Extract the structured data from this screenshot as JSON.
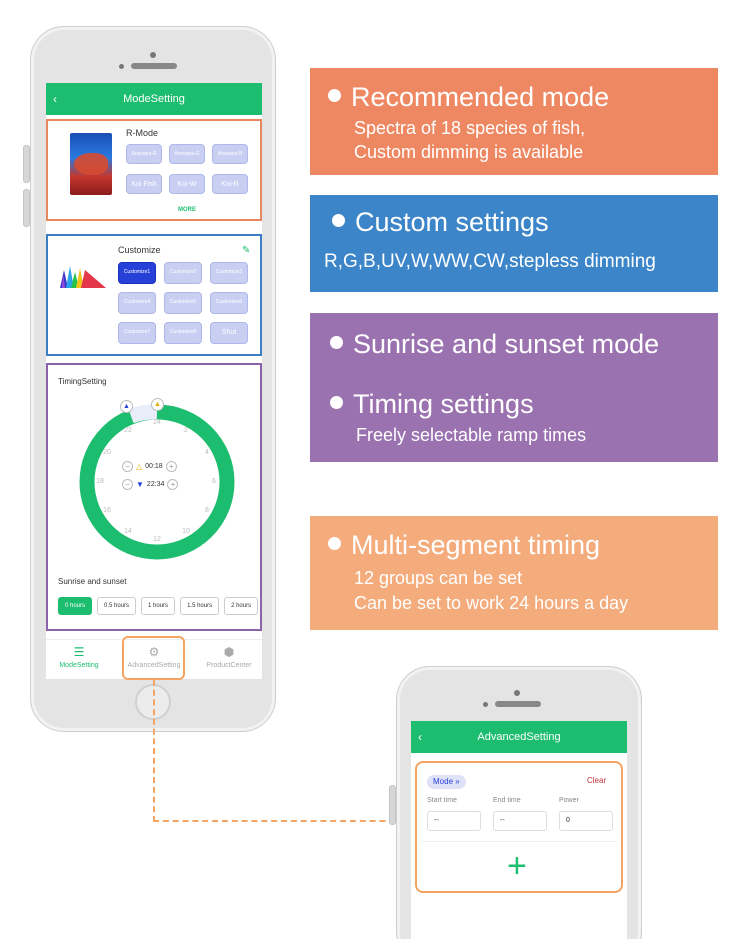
{
  "main_phone": {
    "title": "ModeSetting",
    "back_icon": "chevron-left-icon",
    "rmode": {
      "title": "R-Mode",
      "chips": [
        "Arowana-R",
        "Arowana-G",
        "Arowana-B",
        "Koi Fish",
        "Koi-W",
        "Koi-R"
      ],
      "more": "MORE"
    },
    "customize": {
      "title": "Customize",
      "chips": [
        "Customize1",
        "Customize2",
        "Customize3",
        "Customize4",
        "Customize5",
        "Customize6",
        "Customize7",
        "Customize8",
        "Shut"
      ],
      "selected_index": 0
    },
    "timing": {
      "title": "TimingSetting",
      "ticks": [
        "24",
        "2",
        "4",
        "6",
        "8",
        "10",
        "12",
        "14",
        "16",
        "18",
        "20",
        "22"
      ],
      "sunrise_time": "00:18",
      "sunset_time": "22:34",
      "subtitle": "Sunrise and sunset",
      "options": [
        "0 hours",
        "0.5 hours",
        "1 hours",
        "1.5 hours",
        "2 hours"
      ],
      "selected_option": 0
    },
    "nav": {
      "items": [
        {
          "label": "ModeSetting",
          "icon": "sliders-icon"
        },
        {
          "label": "AdvancedSetting",
          "icon": "gear-icon"
        },
        {
          "label": "ProductCenter",
          "icon": "cube-icon"
        }
      ],
      "active_index": 0
    }
  },
  "features": [
    {
      "heading": "Recommended mode",
      "lines": [
        "Spectra of 18 species of fish,",
        "Custom dimming is available"
      ]
    },
    {
      "heading": "Custom settings",
      "lines": [
        "R,G,B,UV,W,WW,CW,stepless dimming"
      ]
    },
    {
      "heading": "Sunrise and sunset mode",
      "lines": []
    },
    {
      "heading": "Timing settings",
      "lines": [
        "Freely selectable ramp times"
      ]
    },
    {
      "heading": "Multi-segment timing",
      "lines": [
        "12 groups can be set",
        "Can be set to work 24 hours a day"
      ]
    }
  ],
  "advanced_phone": {
    "title": "AdvancedSetting",
    "mode_tag": "Mode",
    "clear": "Clear",
    "columns": [
      {
        "label": "Start time",
        "value": "--"
      },
      {
        "label": "End time",
        "value": "--"
      },
      {
        "label": "Power",
        "value": "0"
      }
    ],
    "add_icon": "plus-icon"
  },
  "colors": {
    "brand_green": "#1dbd6f",
    "recommended": "#ee8862",
    "custom": "#3b85c8",
    "sunrise": "#9b72b0",
    "multi": "#f4ac7c",
    "selected_chip": "#2740d8"
  }
}
